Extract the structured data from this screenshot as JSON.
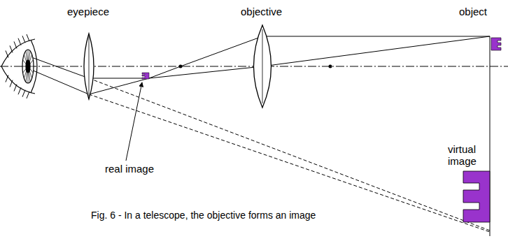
{
  "diagram": {
    "caption": "Fig. 6 - In a telescope, the objective forms an image",
    "labels": [
      "eyepiece",
      "objective",
      "object",
      "real image",
      "virtual image"
    ]
  }
}
